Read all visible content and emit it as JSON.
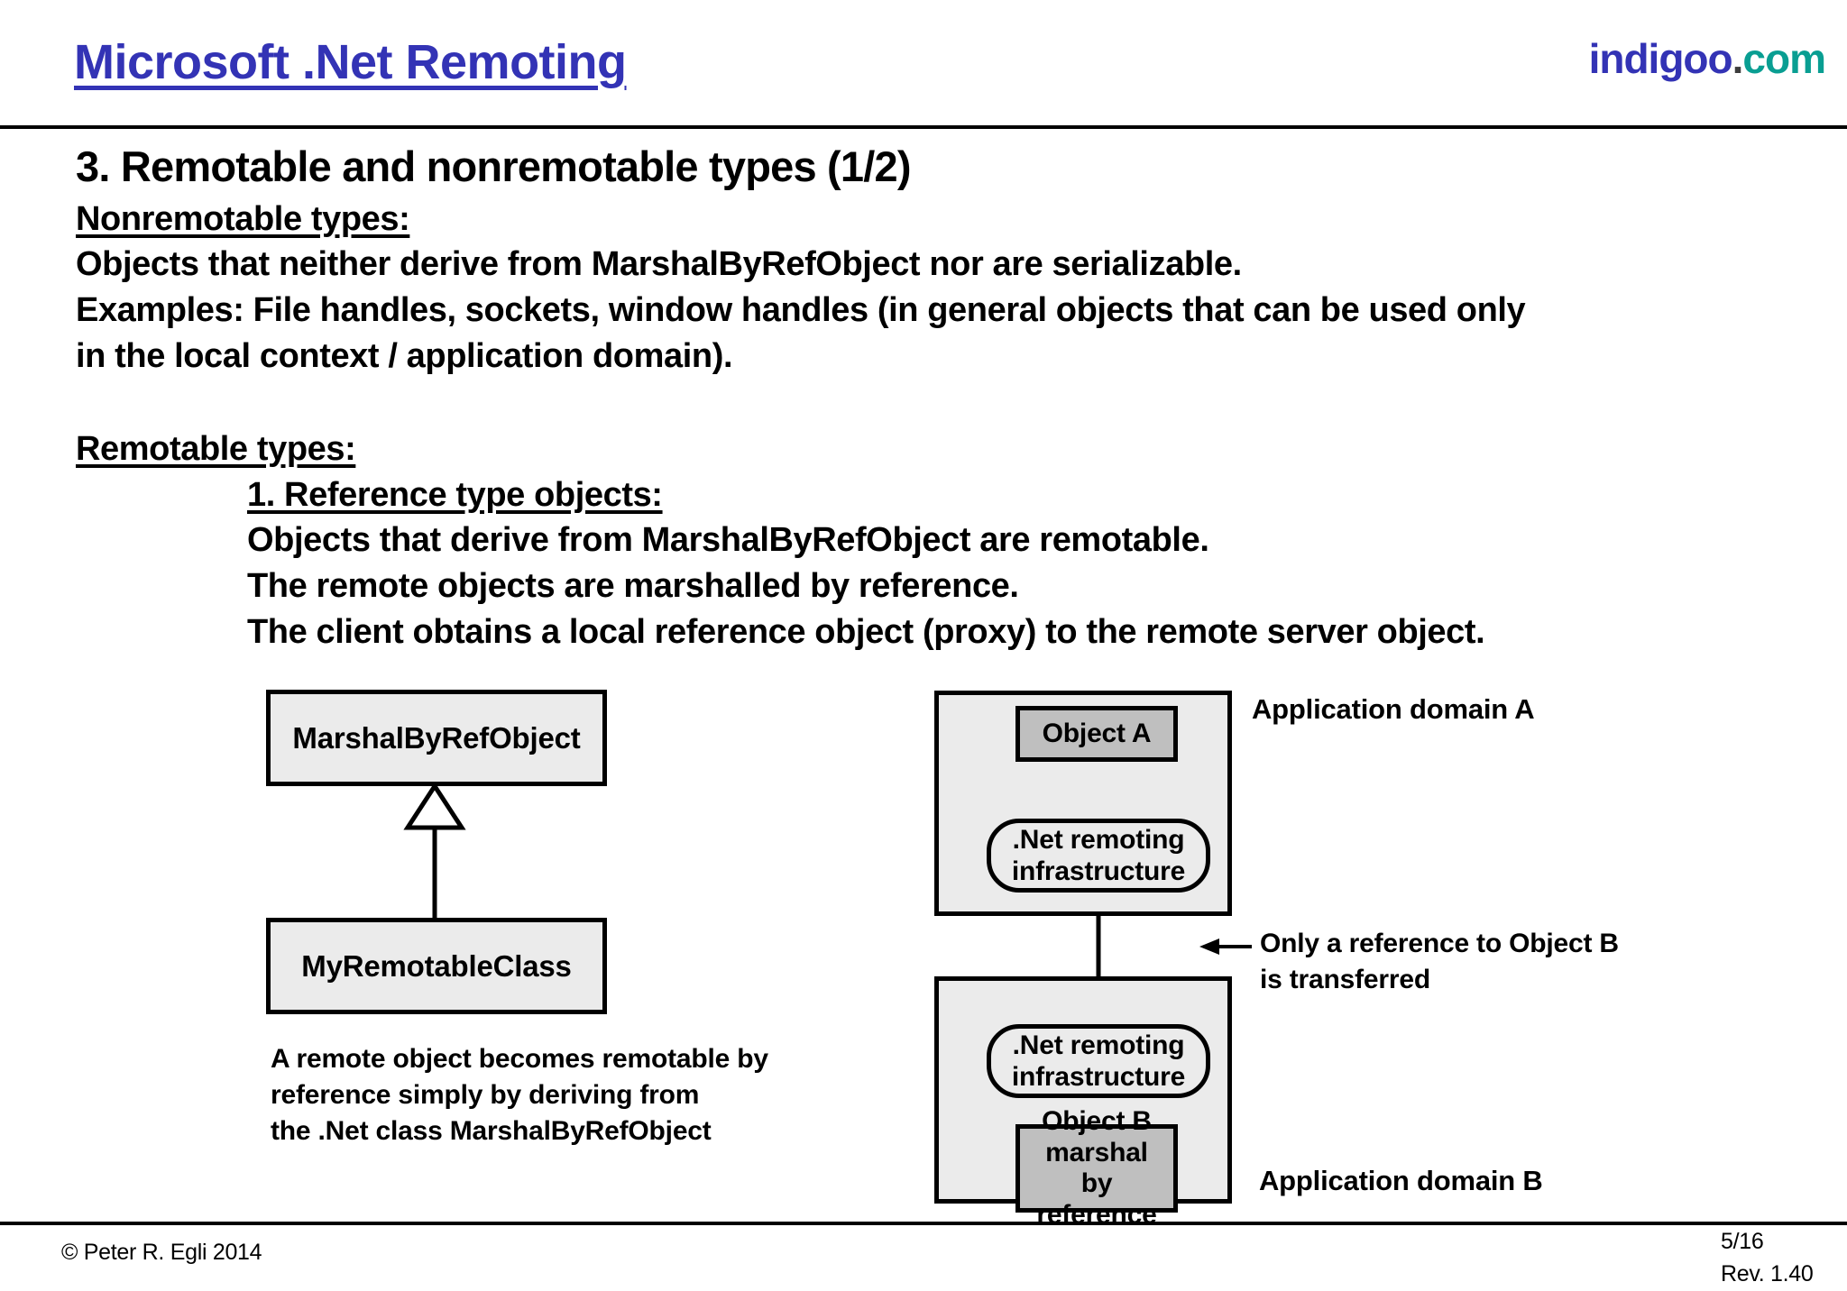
{
  "header": {
    "title": "Microsoft .Net Remoting",
    "brand": {
      "name": "indigoo",
      "dot": ".",
      "tld": "com"
    },
    "colors": {
      "title_blue": "#3333b5",
      "brand_blue": "#3333b5",
      "brand_teal": "#099e92",
      "brand_dot": "#3d3d3d"
    }
  },
  "slide": {
    "title": "3. Remotable and nonremotable types (1/2)",
    "sections": [
      {
        "heading": "Nonremotable types:",
        "lines": [
          "Objects that neither derive from MarshalByRefObject nor are serializable.",
          "Examples: File handles, sockets, window handles (in general objects that can be used only",
          "in the local context / application domain)."
        ]
      },
      {
        "heading": "Remotable types:",
        "subheading": "1. Reference type objects:",
        "lines": [
          "Objects that derive from MarshalByRefObject are remotable.",
          "The remote objects are marshalled by reference.",
          "The client obtains a local reference object (proxy) to the remote server object."
        ]
      }
    ]
  },
  "diagram": {
    "uml": {
      "base_class": "MarshalByRefObject",
      "derived_class": "MyRemotableClass",
      "relation": "generalization-hollow-triangle",
      "caption": "A remote object becomes remotable by\nreference simply by deriving from\nthe .Net class MarshalByRefObject"
    },
    "domains": {
      "a": {
        "label": "Application domain A",
        "object": "Object A",
        "infrastructure_line1": ".Net remoting",
        "infrastructure_line2": "infrastructure"
      },
      "b": {
        "label": "Application domain B",
        "infrastructure_line1": ".Net remoting",
        "infrastructure_line2": "infrastructure",
        "object_line1": "Object B",
        "object_line2": "marshal",
        "object_line3": "by reference"
      },
      "annotation": "Only a reference to Object B\nis transferred"
    },
    "colors": {
      "container_fill": "#ebebeb",
      "object_fill": "#bfbfbf",
      "stroke": "#000000"
    }
  },
  "footer": {
    "copyright": "© Peter R. Egli 2014",
    "page": "5/16",
    "revision": "Rev. 1.40"
  }
}
